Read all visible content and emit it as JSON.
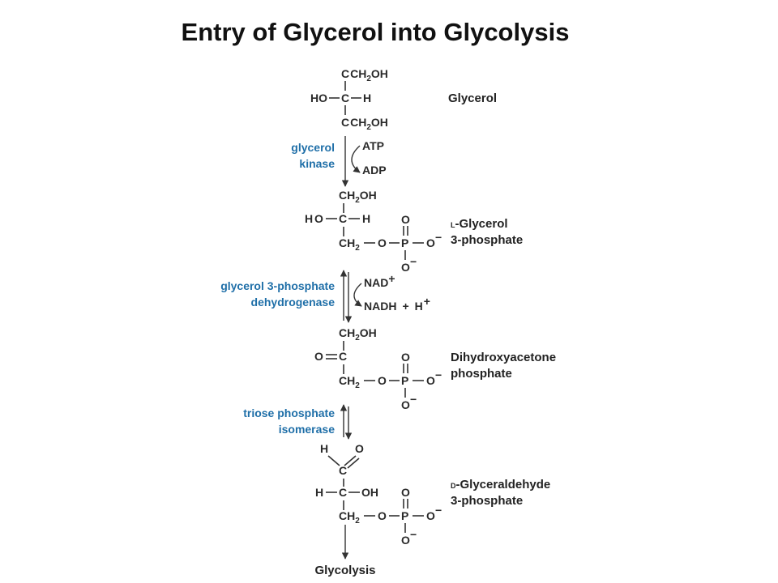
{
  "title": "Entry of Glycerol into Glycolysis",
  "colors": {
    "enzyme": "#1f6fa8",
    "text": "#2a2a2a"
  },
  "compounds": {
    "glycerol": "Glycerol",
    "glycerol3p_prefix": "L",
    "glycerol3p_line1": "-Glycerol",
    "glycerol3p_line2": "3-phosphate",
    "dhap_line1": "Dihydroxyacetone",
    "dhap_line2": "phosphate",
    "g3p_prefix": "D",
    "g3p_line1": "-Glyceraldehyde",
    "g3p_line2": "3-phosphate",
    "final": "Glycolysis"
  },
  "enzymes": {
    "e1_line1": "glycerol",
    "e1_line2": "kinase",
    "e2_line1": "glycerol 3-phosphate",
    "e2_line2": "dehydrogenase",
    "e3_line1": "triose phosphate",
    "e3_line2": "isomerase"
  },
  "cofactors": {
    "atp": "ATP",
    "adp": "ADP",
    "nad": "NAD",
    "nad_charge": "+",
    "nadh": "NADH",
    "plus": "+",
    "h": "H",
    "h_charge": "+"
  },
  "atoms": {
    "c": "C",
    "h": "H",
    "o": "O",
    "p": "P",
    "ho": "HO",
    "oh": "OH",
    "ch": "CH",
    "sub2": "2",
    "minus": "−"
  }
}
